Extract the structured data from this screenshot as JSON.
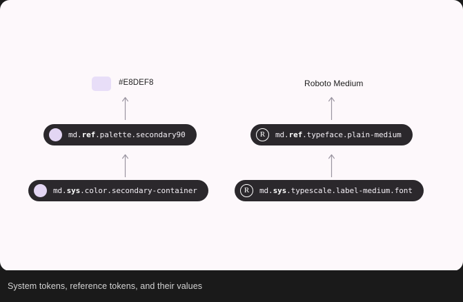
{
  "card": {
    "background_color": "#FDF8FB",
    "outer_background_color": "#1A1A1A"
  },
  "columns": [
    {
      "id": "color",
      "value": {
        "kind": "color-swatch",
        "swatch_color": "#E8DEF8",
        "label": "#E8DEF8"
      },
      "ref_chip": {
        "icon": "color-dot-icon",
        "icon_color": "#E3D6F3",
        "prefix": "md.",
        "emphasis": "ref",
        "suffix": ".palette.secondary90",
        "full_text": "md.ref.palette.secondary90"
      },
      "sys_chip": {
        "icon": "color-dot-icon",
        "icon_color": "#E3D6F3",
        "prefix": "md.",
        "emphasis": "sys",
        "suffix": ".color.secondary-container",
        "full_text": "md.sys.color.secondary-container"
      },
      "arrow_top": "arrow-up-icon",
      "arrow_bottom": "arrow-up-icon"
    },
    {
      "id": "typography",
      "value": {
        "kind": "text-value",
        "label": "Roboto Medium"
      },
      "ref_chip": {
        "icon": "roboto-r-icon",
        "icon_glyph": "R",
        "prefix": "md.",
        "emphasis": "ref",
        "suffix": ".typeface.plain-medium",
        "full_text": "md.ref.typeface.plain-medium"
      },
      "sys_chip": {
        "icon": "roboto-r-icon",
        "icon_glyph": "R",
        "prefix": "md.",
        "emphasis": "sys",
        "suffix": ".typescale.label-medium.font",
        "full_text": "md.sys.typescale.label-medium.font"
      },
      "arrow_top": "arrow-up-icon",
      "arrow_bottom": "arrow-up-icon"
    }
  ],
  "caption": {
    "text": "System tokens, reference tokens, and their values"
  }
}
